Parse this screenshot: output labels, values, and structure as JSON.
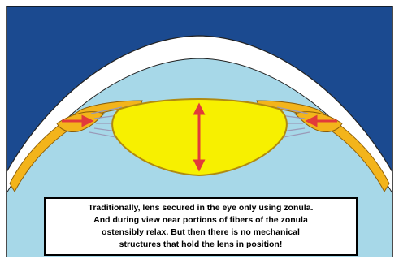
{
  "colors": {
    "background": "#ffffff",
    "outer_field": "#1b4a90",
    "sclera": "#ffffff",
    "inner_fluid": "#a7d8e8",
    "lens_fill": "#f7f000",
    "lens_outline": "#b08a10",
    "ciliary_body": "#f3b41b",
    "zonule": "#b8b8d0",
    "arrow": "#e23a3a"
  },
  "caption": {
    "line1": "Traditionally, lens secured in the eye only using zonula.",
    "line2": "And during view near portions of fibers of the zonula",
    "line3": "ostensibly relax.  But then there is no mechanical",
    "line4": "structures that hold the lens in position!"
  }
}
